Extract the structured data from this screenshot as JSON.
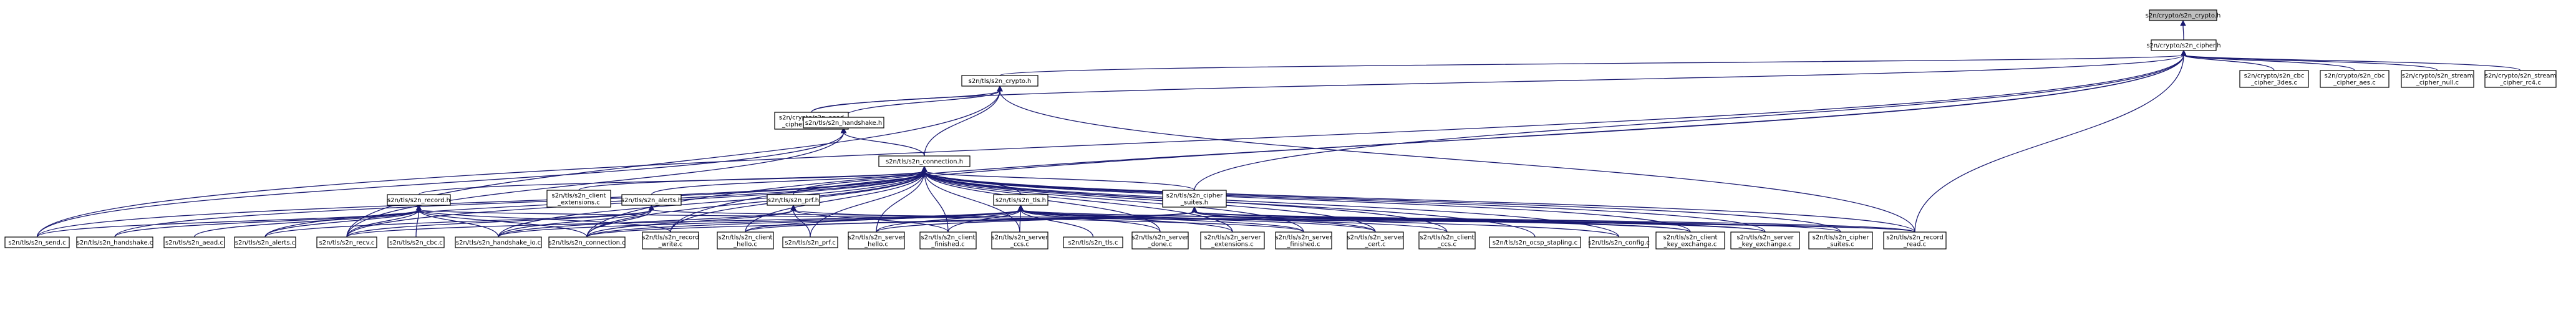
{
  "graph": {
    "nodes": [
      {
        "id": "n1",
        "lines": [
          "s2n/crypto/s2n_crypto.h"
        ],
        "root": true
      },
      {
        "id": "n2",
        "lines": [
          "s2n/crypto/s2n_cipher.h"
        ]
      },
      {
        "id": "n3",
        "lines": [
          "s2n/tls/s2n_crypto.h"
        ]
      },
      {
        "id": "n4",
        "lines": [
          "s2n/crypto/s2n_cbc",
          "_cipher_3des.c"
        ]
      },
      {
        "id": "n5",
        "lines": [
          "s2n/crypto/s2n_cbc",
          "_cipher_aes.c"
        ]
      },
      {
        "id": "n6",
        "lines": [
          "s2n/crypto/s2n_stream",
          "_cipher_null.c"
        ]
      },
      {
        "id": "n7",
        "lines": [
          "s2n/crypto/s2n_stream",
          "_cipher_rc4.c"
        ]
      },
      {
        "id": "n8",
        "lines": [
          "s2n/crypto/s2n_aead",
          "_cipher_aes_gcm.c"
        ]
      },
      {
        "id": "n9",
        "lines": [
          "s2n/tls/s2n_handshake.h"
        ]
      },
      {
        "id": "n10",
        "lines": [
          "s2n/tls/s2n_connection.h"
        ]
      },
      {
        "id": "n11",
        "lines": [
          "s2n/tls/s2n_client",
          "_extensions.c"
        ]
      },
      {
        "id": "n12",
        "lines": [
          "s2n/tls/s2n_record.h"
        ]
      },
      {
        "id": "n13",
        "lines": [
          "s2n/tls/s2n_alerts.h"
        ]
      },
      {
        "id": "n14",
        "lines": [
          "s2n/tls/s2n_prf.h"
        ]
      },
      {
        "id": "n15",
        "lines": [
          "s2n/tls/s2n_tls.h"
        ]
      },
      {
        "id": "n16",
        "lines": [
          "s2n/tls/s2n_cipher",
          "_suites.h"
        ]
      },
      {
        "id": "l1",
        "lines": [
          "s2n/tls/s2n_send.c"
        ]
      },
      {
        "id": "l2",
        "lines": [
          "s2n/tls/s2n_handshake.c"
        ]
      },
      {
        "id": "l3",
        "lines": [
          "s2n/tls/s2n_aead.c"
        ]
      },
      {
        "id": "l4",
        "lines": [
          "s2n/tls/s2n_alerts.c"
        ]
      },
      {
        "id": "l5",
        "lines": [
          "s2n/tls/s2n_recv.c"
        ]
      },
      {
        "id": "l6",
        "lines": [
          "s2n/tls/s2n_cbc.c"
        ]
      },
      {
        "id": "l7",
        "lines": [
          "s2n/tls/s2n_handshake_io.c"
        ]
      },
      {
        "id": "l8",
        "lines": [
          "s2n/tls/s2n_connection.c"
        ]
      },
      {
        "id": "l9",
        "lines": [
          "s2n/tls/s2n_record",
          "_write.c"
        ]
      },
      {
        "id": "l10",
        "lines": [
          "s2n/tls/s2n_client",
          "_hello.c"
        ]
      },
      {
        "id": "l11",
        "lines": [
          "s2n/tls/s2n_prf.c"
        ]
      },
      {
        "id": "l12",
        "lines": [
          "s2n/tls/s2n_server",
          "_hello.c"
        ]
      },
      {
        "id": "l13",
        "lines": [
          "s2n/tls/s2n_client",
          "_finished.c"
        ]
      },
      {
        "id": "l14",
        "lines": [
          "s2n/tls/s2n_server",
          "_ccs.c"
        ]
      },
      {
        "id": "l15",
        "lines": [
          "s2n/tls/s2n_tls.c"
        ]
      },
      {
        "id": "l16",
        "lines": [
          "s2n/tls/s2n_server",
          "_done.c"
        ]
      },
      {
        "id": "l17",
        "lines": [
          "s2n/tls/s2n_server",
          "_extensions.c"
        ]
      },
      {
        "id": "l18",
        "lines": [
          "s2n/tls/s2n_server",
          "_finished.c"
        ]
      },
      {
        "id": "l19",
        "lines": [
          "s2n/tls/s2n_server",
          "_cert.c"
        ]
      },
      {
        "id": "l20",
        "lines": [
          "s2n/tls/s2n_client",
          "_ccs.c"
        ]
      },
      {
        "id": "l21",
        "lines": [
          "s2n/tls/s2n_ocsp_stapling.c"
        ]
      },
      {
        "id": "l22",
        "lines": [
          "s2n/tls/s2n_config.c"
        ]
      },
      {
        "id": "l23",
        "lines": [
          "s2n/tls/s2n_client",
          "_key_exchange.c"
        ]
      },
      {
        "id": "l24",
        "lines": [
          "s2n/tls/s2n_server",
          "_key_exchange.c"
        ]
      },
      {
        "id": "l25",
        "lines": [
          "s2n/tls/s2n_cipher",
          "_suites.c"
        ]
      },
      {
        "id": "l26",
        "lines": [
          "s2n/tls/s2n_record",
          "_read.c"
        ]
      }
    ],
    "edges": [
      [
        "n1",
        "n2"
      ],
      [
        "n2",
        "n3"
      ],
      [
        "n2",
        "n4"
      ],
      [
        "n2",
        "n5"
      ],
      [
        "n2",
        "n6"
      ],
      [
        "n2",
        "n7"
      ],
      [
        "n2",
        "n8"
      ],
      [
        "n2",
        "n16"
      ],
      [
        "n2",
        "l1"
      ],
      [
        "n2",
        "l8"
      ],
      [
        "n2",
        "l9"
      ],
      [
        "n2",
        "l26"
      ],
      [
        "n3",
        "n8"
      ],
      [
        "n3",
        "n9"
      ],
      [
        "n3",
        "n10"
      ],
      [
        "n3",
        "l5"
      ],
      [
        "n3",
        "l26"
      ],
      [
        "n9",
        "n10"
      ],
      [
        "n9",
        "l1"
      ],
      [
        "n9",
        "l5"
      ],
      [
        "n10",
        "n11"
      ],
      [
        "n10",
        "n12"
      ],
      [
        "n10",
        "n13"
      ],
      [
        "n10",
        "n14"
      ],
      [
        "n10",
        "n15"
      ],
      [
        "n10",
        "n16"
      ],
      [
        "n10",
        "l1"
      ],
      [
        "n10",
        "l2"
      ],
      [
        "n10",
        "l4"
      ],
      [
        "n10",
        "l5"
      ],
      [
        "n10",
        "l7"
      ],
      [
        "n10",
        "l8"
      ],
      [
        "n10",
        "l9"
      ],
      [
        "n10",
        "l10"
      ],
      [
        "n10",
        "l11"
      ],
      [
        "n10",
        "l12"
      ],
      [
        "n10",
        "l13"
      ],
      [
        "n10",
        "l14"
      ],
      [
        "n10",
        "l16"
      ],
      [
        "n10",
        "l17"
      ],
      [
        "n10",
        "l18"
      ],
      [
        "n10",
        "l19"
      ],
      [
        "n10",
        "l20"
      ],
      [
        "n10",
        "l21"
      ],
      [
        "n10",
        "l22"
      ],
      [
        "n10",
        "l23"
      ],
      [
        "n10",
        "l24"
      ],
      [
        "n10",
        "l25"
      ],
      [
        "n10",
        "l26"
      ],
      [
        "n12",
        "l1"
      ],
      [
        "n12",
        "l2"
      ],
      [
        "n12",
        "l3"
      ],
      [
        "n12",
        "l4"
      ],
      [
        "n12",
        "l5"
      ],
      [
        "n12",
        "l6"
      ],
      [
        "n12",
        "l7"
      ],
      [
        "n12",
        "l8"
      ],
      [
        "n12",
        "l9"
      ],
      [
        "n12",
        "l26"
      ],
      [
        "n13",
        "l4"
      ],
      [
        "n13",
        "l5"
      ],
      [
        "n13",
        "l7"
      ],
      [
        "n13",
        "l8"
      ],
      [
        "n13",
        "l26"
      ],
      [
        "n14",
        "l7"
      ],
      [
        "n14",
        "l8"
      ],
      [
        "n14",
        "l11"
      ],
      [
        "n14",
        "l13"
      ],
      [
        "n14",
        "l18"
      ],
      [
        "n15",
        "l5"
      ],
      [
        "n15",
        "l7"
      ],
      [
        "n15",
        "l8"
      ],
      [
        "n15",
        "l10"
      ],
      [
        "n15",
        "l12"
      ],
      [
        "n15",
        "l13"
      ],
      [
        "n15",
        "l14"
      ],
      [
        "n15",
        "l15"
      ],
      [
        "n15",
        "l16"
      ],
      [
        "n15",
        "l17"
      ],
      [
        "n15",
        "l18"
      ],
      [
        "n15",
        "l19"
      ],
      [
        "n15",
        "l20"
      ],
      [
        "n15",
        "l23"
      ],
      [
        "n15",
        "l24"
      ],
      [
        "n16",
        "l8"
      ],
      [
        "n16",
        "l10"
      ],
      [
        "n16",
        "l12"
      ],
      [
        "n16",
        "l19"
      ],
      [
        "n16",
        "l22"
      ],
      [
        "n16",
        "l23"
      ],
      [
        "n16",
        "l24"
      ],
      [
        "n16",
        "l25"
      ],
      [
        "n16",
        "l26"
      ]
    ]
  }
}
